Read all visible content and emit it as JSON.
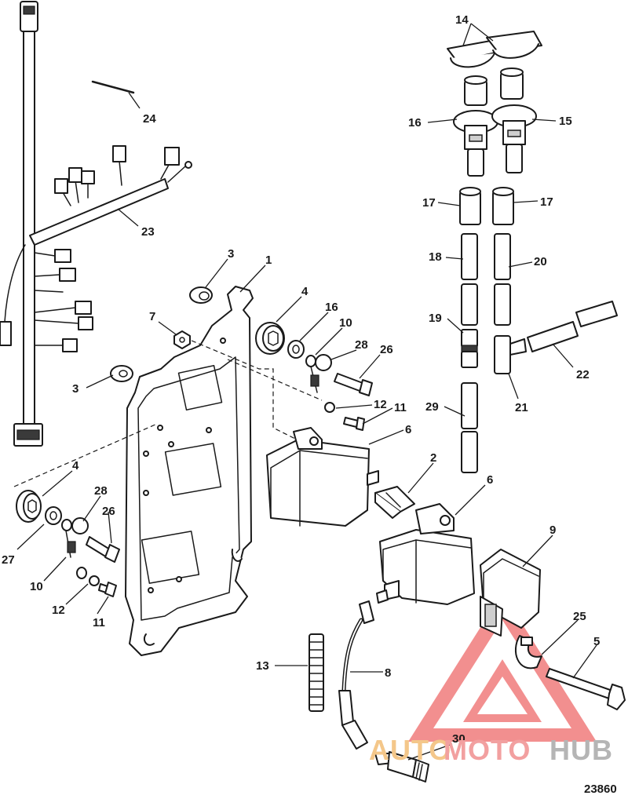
{
  "diagram": {
    "figure_number": "23860",
    "callouts": [
      {
        "id": "c14",
        "label": "14"
      },
      {
        "id": "c16a",
        "label": "16"
      },
      {
        "id": "c15",
        "label": "15"
      },
      {
        "id": "c17a",
        "label": "17"
      },
      {
        "id": "c17b",
        "label": "17"
      },
      {
        "id": "c18",
        "label": "18"
      },
      {
        "id": "c20",
        "label": "20"
      },
      {
        "id": "c19",
        "label": "19"
      },
      {
        "id": "c21",
        "label": "21"
      },
      {
        "id": "c22",
        "label": "22"
      },
      {
        "id": "c29",
        "label": "29"
      },
      {
        "id": "c24",
        "label": "24"
      },
      {
        "id": "c23",
        "label": "23"
      },
      {
        "id": "c3a",
        "label": "3"
      },
      {
        "id": "c1",
        "label": "1"
      },
      {
        "id": "c7",
        "label": "7"
      },
      {
        "id": "c4a",
        "label": "4"
      },
      {
        "id": "c16b",
        "label": "16"
      },
      {
        "id": "c10a",
        "label": "10"
      },
      {
        "id": "c28a",
        "label": "28"
      },
      {
        "id": "c26a",
        "label": "26"
      },
      {
        "id": "c3b",
        "label": "3"
      },
      {
        "id": "c12a",
        "label": "12"
      },
      {
        "id": "c11a",
        "label": "11"
      },
      {
        "id": "c6a",
        "label": "6"
      },
      {
        "id": "c2",
        "label": "2"
      },
      {
        "id": "c6b",
        "label": "6"
      },
      {
        "id": "c4b",
        "label": "4"
      },
      {
        "id": "c28b",
        "label": "28"
      },
      {
        "id": "c26b",
        "label": "26"
      },
      {
        "id": "c27",
        "label": "27"
      },
      {
        "id": "c10b",
        "label": "10"
      },
      {
        "id": "c12b",
        "label": "12"
      },
      {
        "id": "c11b",
        "label": "11"
      },
      {
        "id": "c9",
        "label": "9"
      },
      {
        "id": "c25",
        "label": "25"
      },
      {
        "id": "c5",
        "label": "5"
      },
      {
        "id": "c13",
        "label": "13"
      },
      {
        "id": "c8",
        "label": "8"
      },
      {
        "id": "c30",
        "label": "30"
      }
    ]
  },
  "watermark": {
    "text_part1": "AUTO",
    "text_part2": "MOTO",
    "text_part3": "HUB",
    "color_part1": "#f4c78a",
    "color_part2": "#f2a0a0",
    "color_part3": "#b5b5b5",
    "triangle_color": "#ee6a6a"
  }
}
